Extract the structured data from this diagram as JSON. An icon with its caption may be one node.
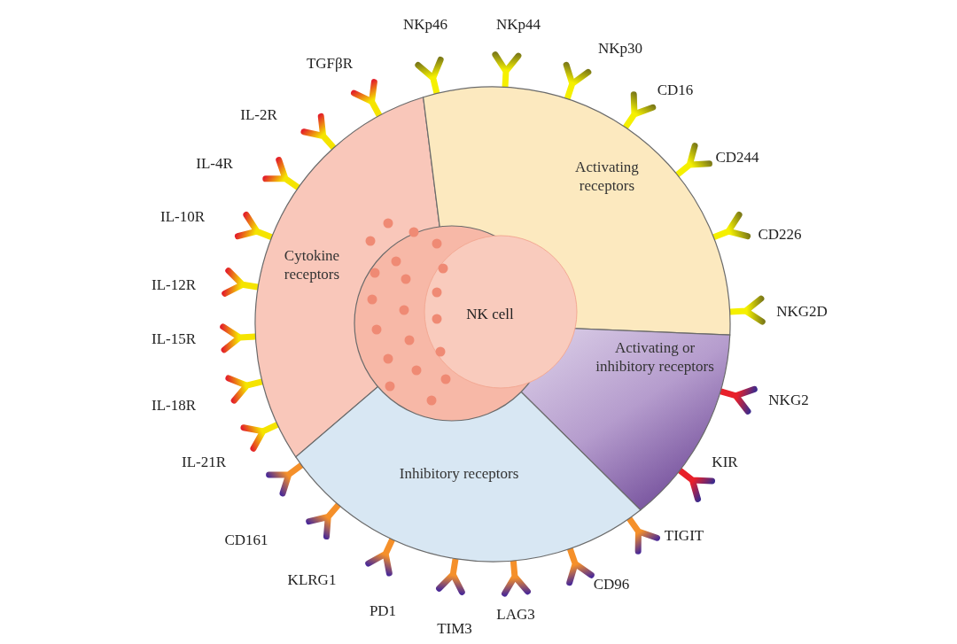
{
  "diagram": {
    "nodes": [
      {
        "text": [
          "Cytokine receptors"
        ]
      },
      {
        "text": [
          "Activating receptors"
        ]
      },
      {
        "text": [
          "Activating or inhibitory receptors"
        ]
      },
      {
        "text": [
          "Inhibitory receptors"
        ]
      },
      {
        "text": [
          "NK cell"
        ]
      }
    ],
    "edges": [],
    "labels": [
      "NKp46",
      "NKp44",
      "NKp30",
      "CD16",
      "CD244",
      "CD226",
      "NKG2D",
      "NKG2",
      "KIR",
      "TIGIT",
      "CD96",
      "LAG3",
      "TIM3",
      "PD1",
      "KLRG1",
      "CD161",
      "IL-21R",
      "IL-18R",
      "IL-15R",
      "IL-12R",
      "IL-10R",
      "IL-4R",
      "IL-2R",
      "TGFβR"
    ]
  }
}
